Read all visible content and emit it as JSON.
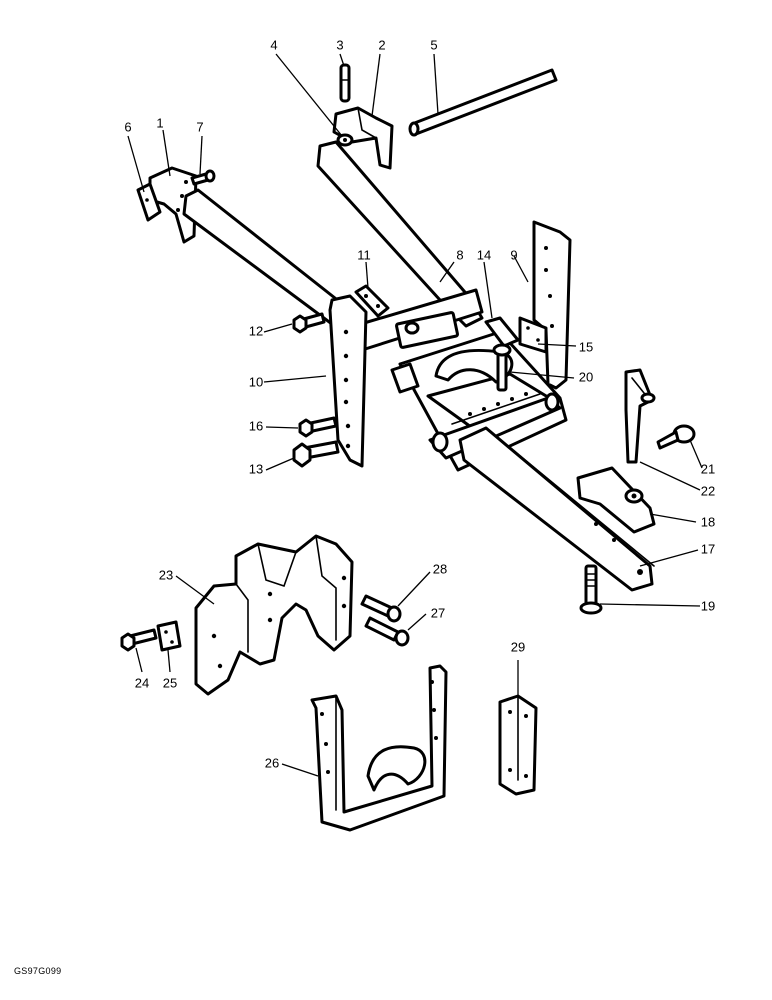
{
  "drawing": {
    "code": "GS97G099",
    "callouts": [
      "1",
      "2",
      "3",
      "4",
      "5",
      "6",
      "7",
      "8",
      "9",
      "10",
      "11",
      "12",
      "13",
      "14",
      "15",
      "16",
      "17",
      "18",
      "19",
      "20",
      "21",
      "22",
      "23",
      "24",
      "25",
      "26",
      "27",
      "28",
      "29"
    ]
  },
  "colors": {
    "line": "#000000",
    "background": "#ffffff"
  }
}
